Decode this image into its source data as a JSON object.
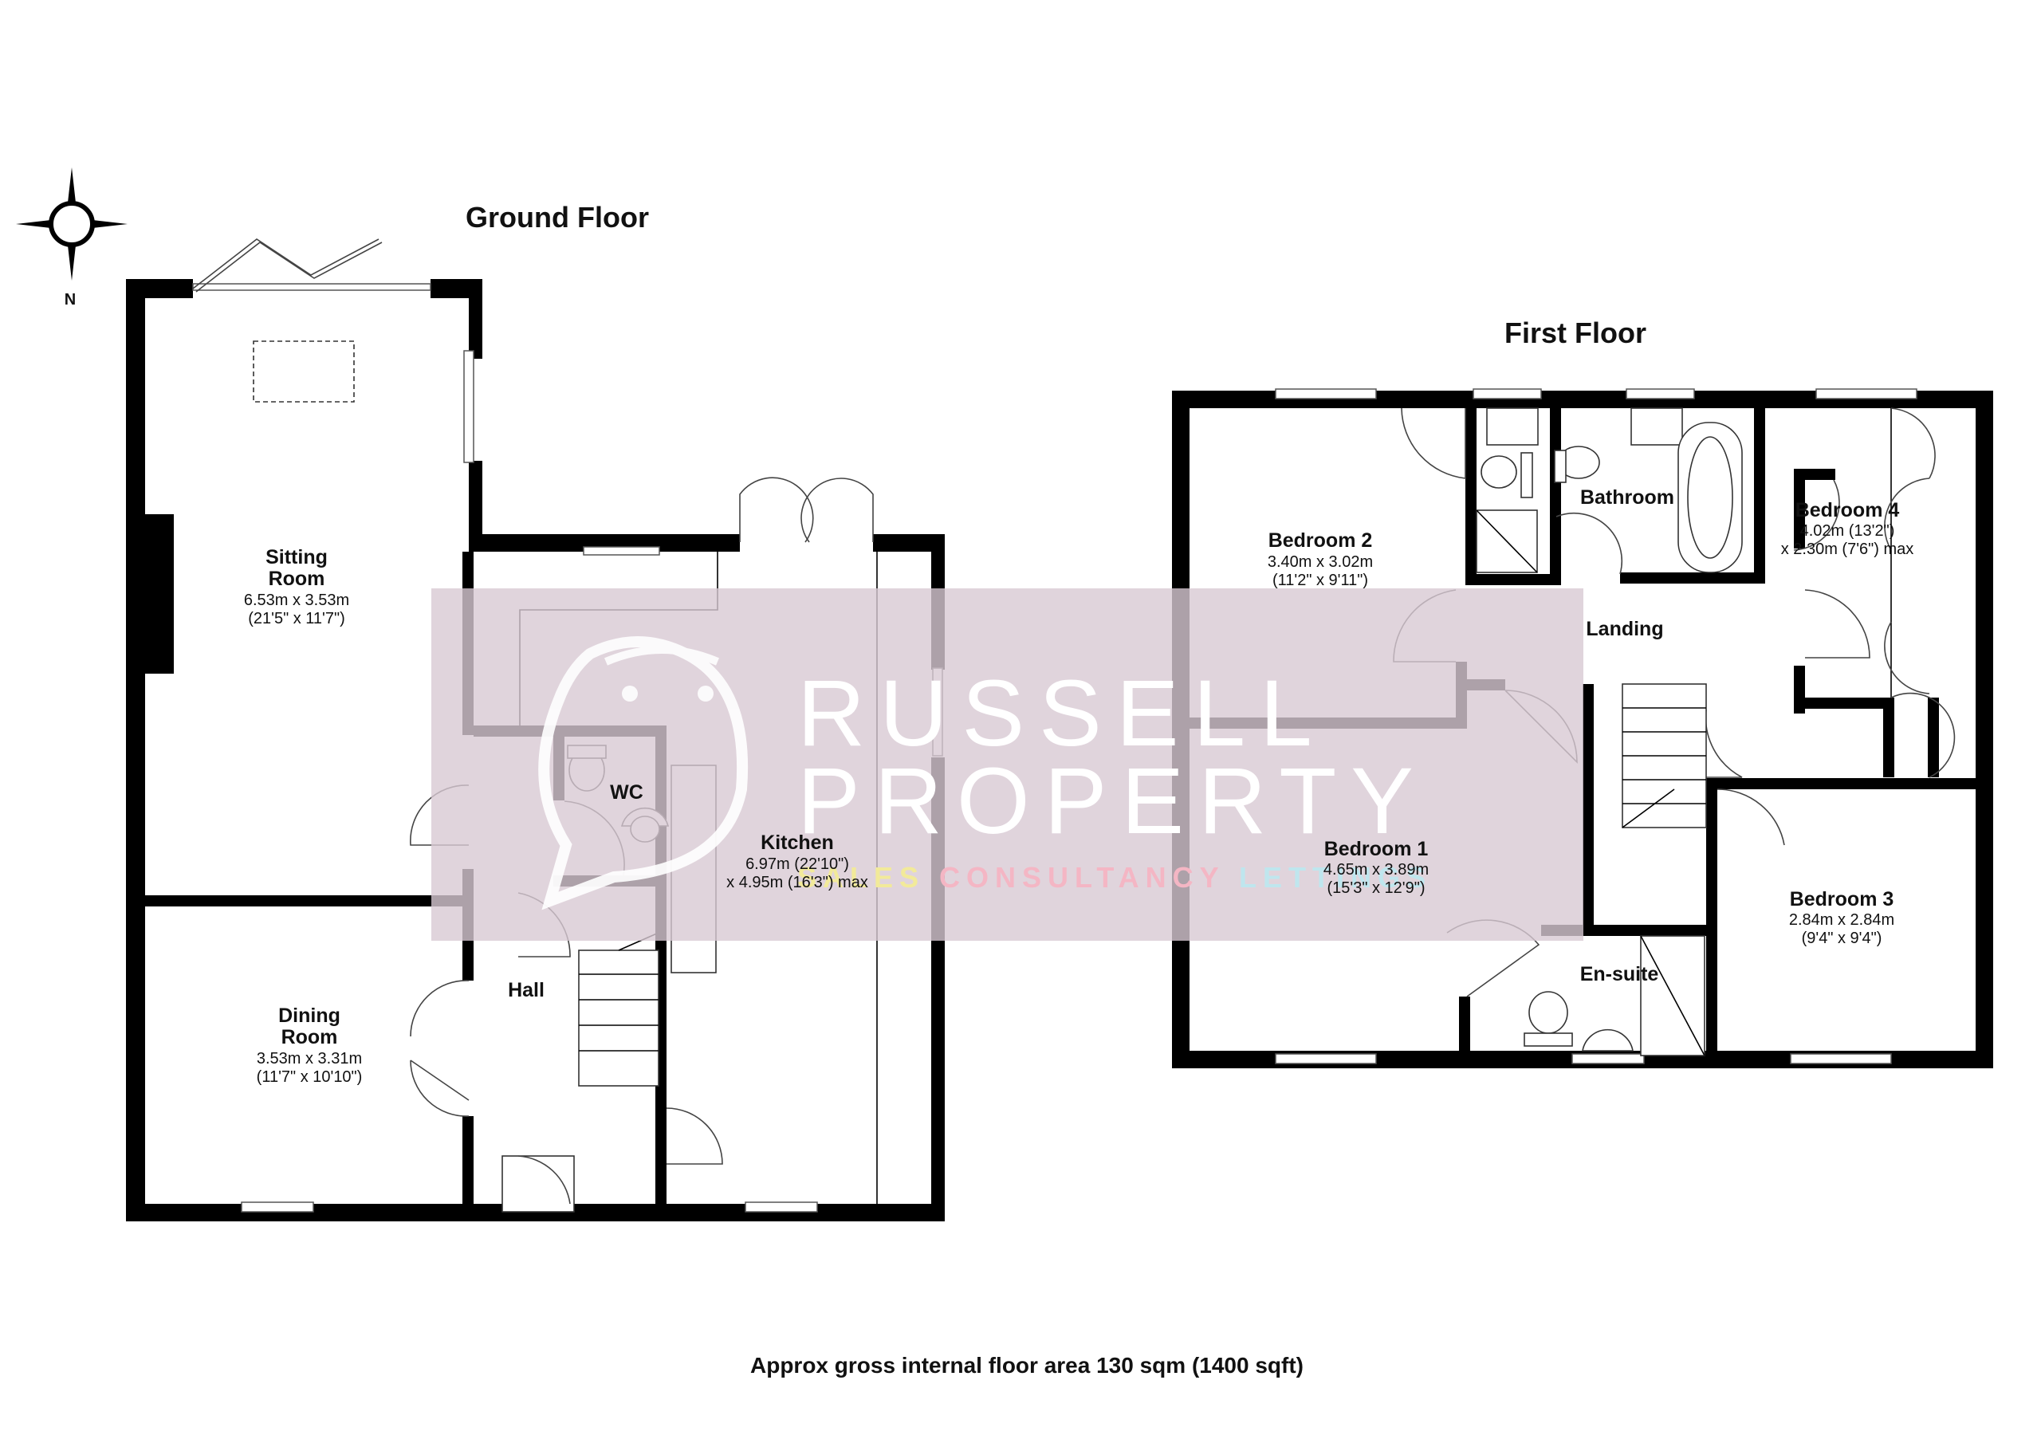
{
  "floors": {
    "ground": {
      "title": "Ground Floor"
    },
    "first": {
      "title": "First Floor"
    }
  },
  "rooms": {
    "sitting": {
      "name_lines": [
        "Sitting",
        "Room"
      ],
      "dims": [
        "6.53m x 3.53m",
        "(21'5\" x 11'7\")"
      ]
    },
    "dining": {
      "name_lines": [
        "Dining",
        "Room"
      ],
      "dims": [
        "3.53m x 3.31m",
        "(11'7\" x 10'10\")"
      ]
    },
    "kitchen": {
      "name_lines": [
        "Kitchen"
      ],
      "dims": [
        "6.97m (22'10\")",
        "x 4.95m (16'3\") max"
      ]
    },
    "wc": {
      "name_lines": [
        "WC"
      ],
      "dims": []
    },
    "hall": {
      "name_lines": [
        "Hall"
      ],
      "dims": []
    },
    "bedroom2": {
      "name_lines": [
        "Bedroom 2"
      ],
      "dims": [
        "3.40m x 3.02m",
        "(11'2\" x 9'11\")"
      ]
    },
    "bathroom": {
      "name_lines": [
        "Bathroom"
      ],
      "dims": []
    },
    "bedroom4": {
      "name_lines": [
        "Bedroom 4"
      ],
      "dims": [
        "4.02m (13'2\")",
        "x 2.30m (7'6\") max"
      ]
    },
    "landing": {
      "name_lines": [
        "Landing"
      ],
      "dims": []
    },
    "bedroom1": {
      "name_lines": [
        "Bedroom 1"
      ],
      "dims": [
        "4.65m x 3.89m",
        "(15'3\" x 12'9\")"
      ]
    },
    "ensuite": {
      "name_lines": [
        "En-suite"
      ],
      "dims": []
    },
    "bedroom3": {
      "name_lines": [
        "Bedroom 3"
      ],
      "dims": [
        "2.84m x 2.84m",
        "(9'4\" x 9'4\")"
      ]
    }
  },
  "compass": {
    "label": "N"
  },
  "watermark": {
    "line1": "RUSSELL",
    "line2": "PROPERTY",
    "tagline_parts": [
      {
        "text": "SALES ",
        "color": "#f2ea9a"
      },
      {
        "text": "CONSULTANCY ",
        "color": "#f4b6c4"
      },
      {
        "text": "LETTINGS",
        "color": "#bfe6ee"
      }
    ],
    "band_color": "#d8c9d3"
  },
  "footer": {
    "text": "Approx gross internal floor area 130 sqm (1400 sqft)"
  }
}
